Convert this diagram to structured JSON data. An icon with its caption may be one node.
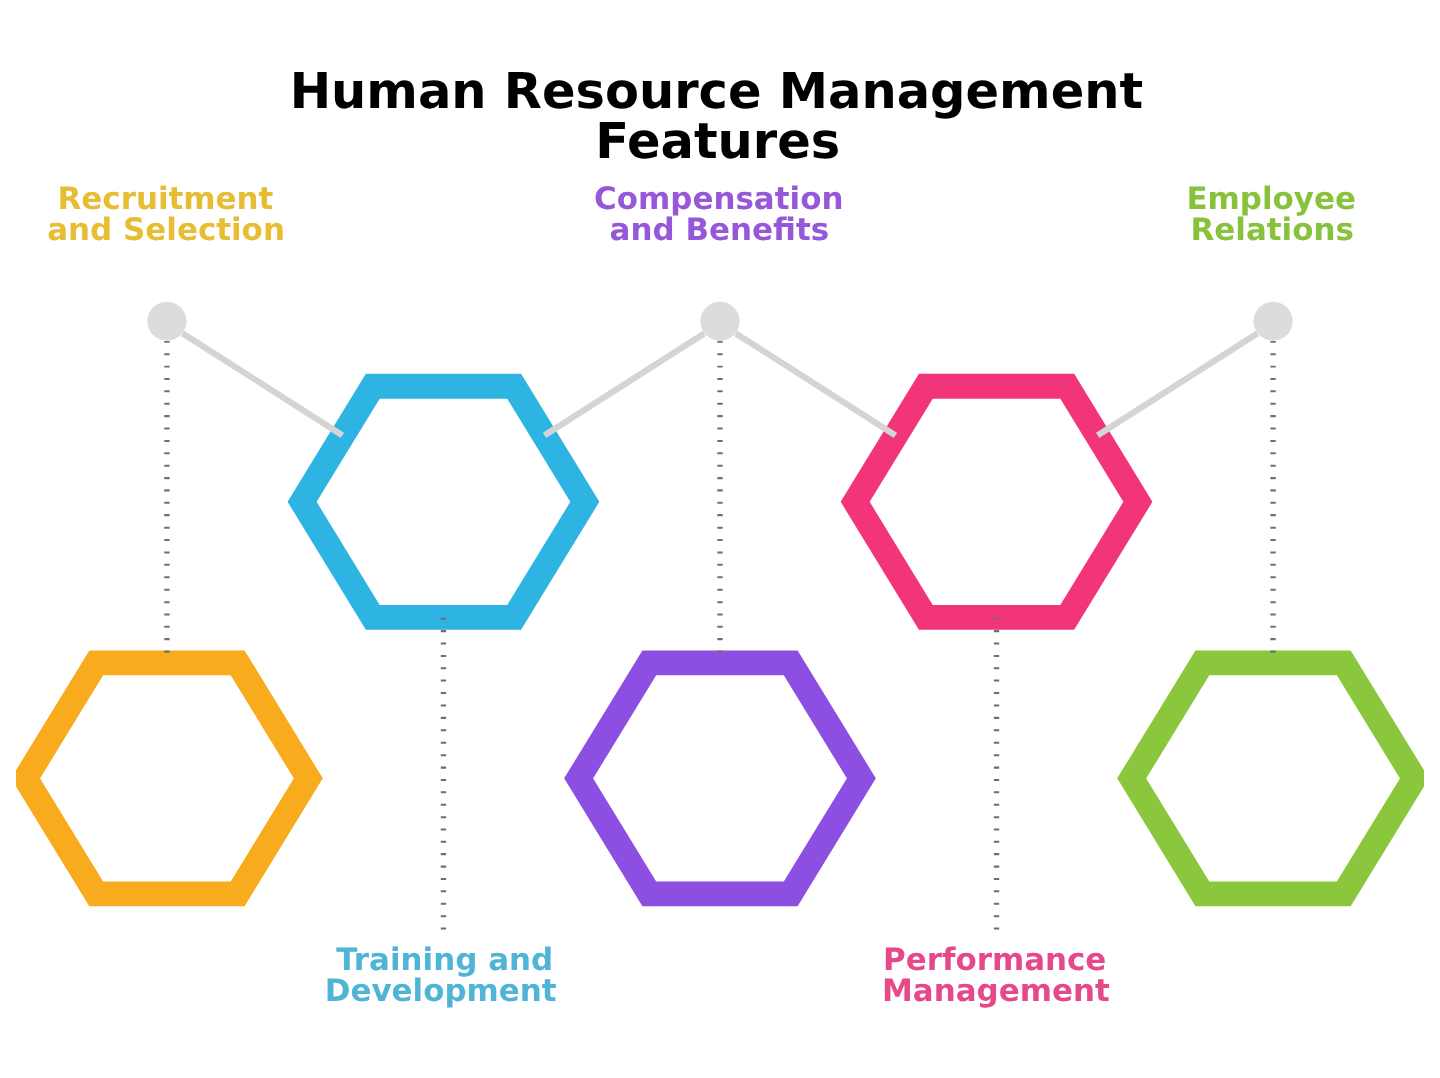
{
  "diagram": {
    "title": "Human Resource Management Features",
    "nodes": [
      {
        "text": [],
        "shape": "circle",
        "beside": [
          "Recruitment and Selection"
        ]
      },
      {
        "text": [],
        "shape": "hexagon"
      },
      {
        "text": [],
        "shape": "hexagon"
      },
      {
        "text": [
          "Training and Development"
        ]
      },
      {
        "text": [],
        "shape": "circle",
        "beside": [
          "Compensation and Benefits"
        ]
      },
      {
        "text": [],
        "shape": "hexagon"
      },
      {
        "text": [],
        "shape": "hexagon"
      },
      {
        "text": [
          "Performance Management"
        ]
      },
      {
        "text": [],
        "shape": "circle",
        "beside": [
          "Employee Relations"
        ]
      },
      {
        "text": [],
        "shape": "hexagon"
      }
    ],
    "edges": [
      {
        "from": 0,
        "to": 1,
        "arrow": "none",
        "style": "dashed"
      },
      {
        "from": 0,
        "to": 2,
        "arrow": "none",
        "color": "#d4d4d4"
      },
      {
        "from": 2,
        "to": 3,
        "arrow": "none",
        "style": "dashed"
      },
      {
        "from": 4,
        "to": 2,
        "arrow": "none",
        "color": "#d4d4d4"
      },
      {
        "from": 4,
        "to": 5,
        "arrow": "none",
        "style": "dashed"
      },
      {
        "from": 4,
        "to": 6,
        "arrow": "none",
        "color": "#d4d4d4"
      },
      {
        "from": 6,
        "to": 7,
        "arrow": "none",
        "style": "dashed"
      },
      {
        "from": 8,
        "to": 6,
        "arrow": "none",
        "color": "#d4d4d4"
      },
      {
        "from": 8,
        "to": 9,
        "arrow": "none",
        "style": "dashed"
      }
    ]
  }
}
